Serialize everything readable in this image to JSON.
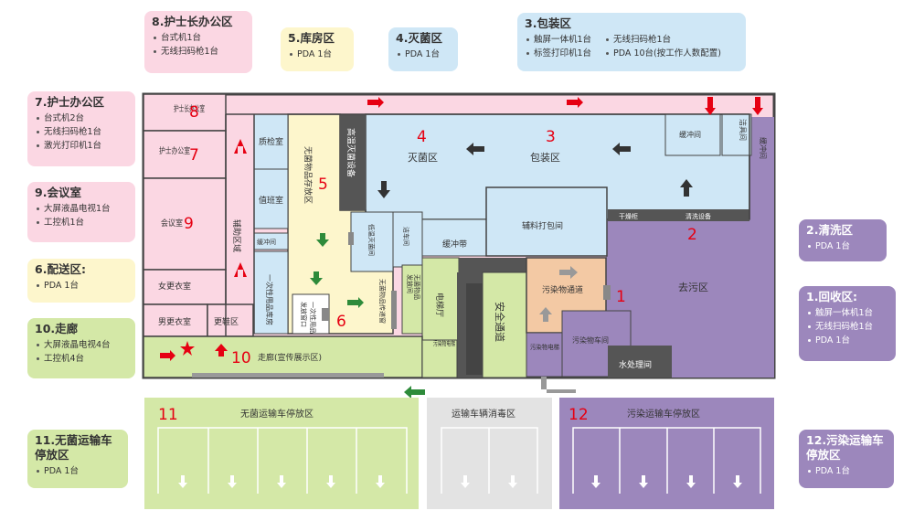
{
  "callouts": {
    "c8": {
      "title": "8.护士长办公区",
      "items": [
        "台式机1台",
        "无线扫码枪1台"
      ]
    },
    "c5": {
      "title": "5.库房区",
      "items": [
        "PDA 1台"
      ]
    },
    "c4": {
      "title": "4.灭菌区",
      "items": [
        "PDA 1台"
      ]
    },
    "c3": {
      "title": "3.包装区",
      "left": [
        "触屏一体机1台",
        "标签打印机1台"
      ],
      "right": [
        "无线扫码枪1台",
        "PDA 10台(按工作人数配置)"
      ]
    },
    "c7": {
      "title": "7.护士办公区",
      "items": [
        "台式机2台",
        "无线扫码枪1台",
        "激光打印机1台"
      ]
    },
    "c9": {
      "title": "9.会议室",
      "items": [
        "大屏液晶电视1台",
        "工控机1台"
      ]
    },
    "c6": {
      "title": "6.配送区:",
      "items": [
        "PDA 1台"
      ]
    },
    "c10": {
      "title": "10.走廊",
      "items": [
        "大屏液晶电视4台",
        "工控机4台"
      ]
    },
    "c11": {
      "title": "11.无菌运输车停放区",
      "items": [
        "PDA 1台"
      ]
    },
    "c2": {
      "title": "2.清洗区",
      "items": [
        "PDA 1台"
      ]
    },
    "c1": {
      "title": "1.回收区:",
      "items": [
        "触屏一体机1台",
        "无线扫码枪1台",
        "PDA 1台"
      ]
    },
    "c12": {
      "title": "12.污染运输车停放区",
      "items": [
        "PDA 1台"
      ]
    }
  },
  "rooms": {
    "head_nurse_office": "护士长办公室",
    "nurse_office": "护士办公室",
    "meeting_room": "会议室",
    "female_locker": "女更衣室",
    "male_locker": "男更衣室",
    "change_room": "更鞋区",
    "aux_area": "辅助区域",
    "qc_room": "质检室",
    "duty_room": "值班室",
    "buffer_small": "缓冲间",
    "disposable_store": "一次性用品库房",
    "dispatch_window": "发放窗口",
    "disposable_goods": "一次性用品",
    "sterile_storage": "无菌物品存放区",
    "high_temp_sterilizer": "高温灭菌设备",
    "low_temp_sterilizer": "低温灭菌间",
    "clean_car_room": "洁车间",
    "sterile_transfer_window": "无菌物品传递窗",
    "dispatch_room": "发放间",
    "sterile_goods": "无菌物品",
    "sterilize_area": "灭菌区",
    "packing_area": "包装区",
    "buffer_zone": "缓冲带",
    "auxiliary_pack_room": "辅料打包间",
    "dryer": "干燥柜",
    "wash_equipment": "清洗设备",
    "buffer_room_top": "缓冲间",
    "clean_tool_room": "洁具间",
    "buffer_room_right": "缓冲间",
    "decontam_area": "去污区",
    "dirty_channel": "污染物通道",
    "dirty_car_room": "污染物车间",
    "water_room": "水处理间",
    "safe_passage": "安全通道",
    "elevator": "电梯厅",
    "dirty_elevator_1": "污染物电梯",
    "dirty_elevator_2": "污染物电梯",
    "corridor": "走廊(宣传展示区)"
  },
  "numbers": {
    "n1": "1",
    "n2": "2",
    "n3": "3",
    "n4": "4",
    "n5": "5",
    "n6": "6",
    "n7": "7",
    "n8": "8",
    "n9": "9",
    "n10": "10",
    "n11": "11",
    "n12": "12"
  },
  "parking": {
    "sterile": "无菌运输车停放区",
    "disinfect": "运输车辆消毒区",
    "dirty": "污染运输车停放区"
  },
  "colors": {
    "pink": "#fbd7e3",
    "cyan": "#cfe7f6",
    "yellow": "#fdf6cc",
    "green": "#d4e8a7",
    "purple": "#9c87bc",
    "tan": "#f3c9a4",
    "dark": "#555555",
    "red": "#e60012"
  }
}
